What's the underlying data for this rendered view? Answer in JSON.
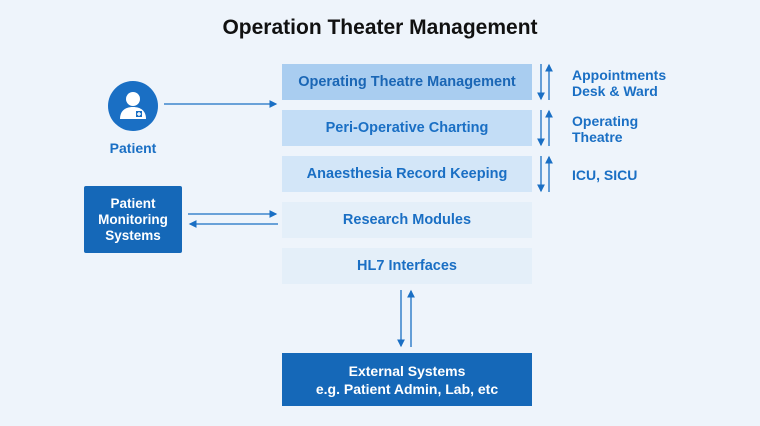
{
  "title": "Operation Theater Management",
  "patient": {
    "label": "Patient",
    "icon": "doctor-person-icon"
  },
  "monitoring": {
    "line1": "Patient",
    "line2": "Monitoring",
    "line3": "Systems"
  },
  "stack": {
    "otm": "Operating Theatre Management",
    "poc": "Peri-Operative Charting",
    "ark": "Anaesthesia Record Keeping",
    "rm": "Research Modules",
    "hl7": "HL7 Interfaces"
  },
  "side_labels": {
    "l1a": "Appointments",
    "l1b": "Desk & Ward",
    "l2a": "Operating",
    "l2b": "Theatre",
    "l3": "ICU, SICU"
  },
  "external": {
    "line1": "External Systems",
    "line2": "e.g. Patient Admin, Lab, etc"
  },
  "colors": {
    "primary": "#1568b8",
    "accent_text": "#1a6fc4",
    "background": "#eef4fb"
  }
}
